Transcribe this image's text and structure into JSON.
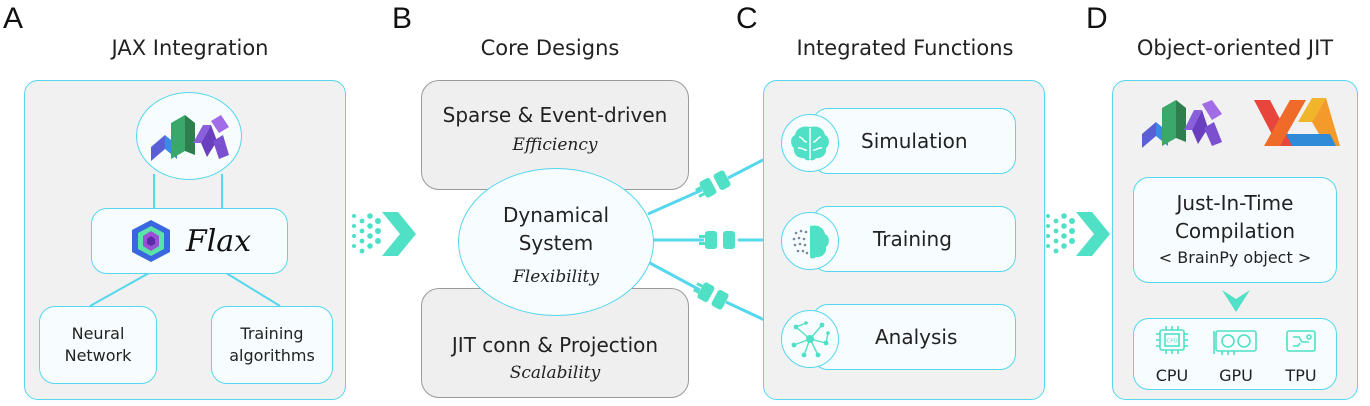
{
  "panels": {
    "a": {
      "letter": "A",
      "title": "JAX Integration",
      "flax_label": "Flax",
      "left_box": "Neural Network",
      "right_box": "Training algorithms"
    },
    "b": {
      "letter": "B",
      "title": "Core Designs",
      "top_title": "Sparse & Event-driven",
      "top_sub": "Efficiency",
      "center_title": "Dynamical System",
      "center_sub": "Flexibility",
      "bottom_title": "JIT conn & Projection",
      "bottom_sub": "Scalability"
    },
    "c": {
      "letter": "C",
      "title": "Integrated Functions",
      "items": [
        "Simulation",
        "Training",
        "Analysis"
      ]
    },
    "d": {
      "letter": "D",
      "title": "Object-oriented JIT",
      "jit_line1": "Just-In-Time",
      "jit_line2": "Compilation",
      "jit_line3": "< BrainPy object >",
      "chip_label": "CPU",
      "hw": [
        "CPU",
        "GPU",
        "TPU"
      ]
    }
  },
  "colors": {
    "accent": "#55d7ee",
    "arrow": "#4fe0c6",
    "panel_bg": "#f1f1f1",
    "gray_border": "#9a9a9a"
  },
  "icons": [
    "jax-logo-icon",
    "flax-logo-icon",
    "xla-logo-icon",
    "brain-icon",
    "brain-dots-icon",
    "network-icon",
    "plug-icon",
    "cpu-icon",
    "gpu-icon",
    "tpu-icon",
    "chevron-right-icon",
    "chevron-down-icon"
  ]
}
